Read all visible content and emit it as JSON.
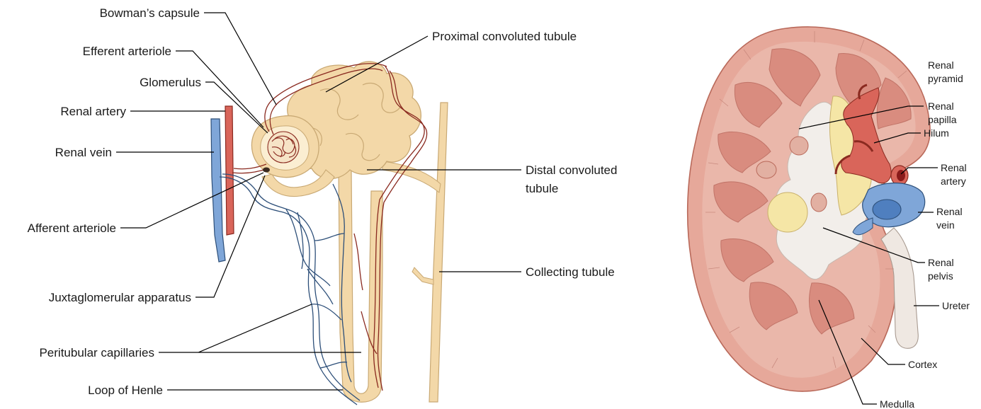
{
  "nephron": {
    "labels": {
      "bowmans_capsule": "Bowman’s capsule",
      "efferent_arteriole": "Efferent arteriole",
      "glomerulus": "Glomerulus",
      "renal_artery": "Renal artery",
      "renal_vein": "Renal vein",
      "afferent_arteriole": "Afferent arteriole",
      "juxtaglomerular_apparatus": "Juxtaglomerular apparatus",
      "peritubular_capillaries": "Peritubular capillaries",
      "loop_of_henle": "Loop of Henle",
      "proximal_convoluted_tubule": "Proximal convoluted tubule",
      "distal_convoluted_tubule_1": "Distal convoluted",
      "distal_convoluted_tubule_2": "tubule",
      "collecting_tubule": "Collecting tubule"
    }
  },
  "kidney": {
    "labels": {
      "renal_pyramid_1": "Renal",
      "renal_pyramid_2": "pyramid",
      "renal_papilla_1": "Renal",
      "renal_papilla_2": "papilla",
      "hilum": "Hilum",
      "renal_artery_1": "Renal",
      "renal_artery_2": "artery",
      "renal_vein_1": "Renal",
      "renal_vein_2": "vein",
      "renal_pelvis_1": "Renal",
      "renal_pelvis_2": "pelvis",
      "ureter": "Ureter",
      "cortex": "Cortex",
      "medulla": "Medulla"
    }
  },
  "colors": {
    "tubule": "#f3d8a8",
    "tubule_edge": "#c9a974",
    "artery": "#d9655a",
    "vein": "#7fa6d8",
    "kidney_cortex": "#e6a89a",
    "kidney_edge": "#b9695a",
    "pelvis": "#f2eeea",
    "fat": "#f5e6a6"
  }
}
